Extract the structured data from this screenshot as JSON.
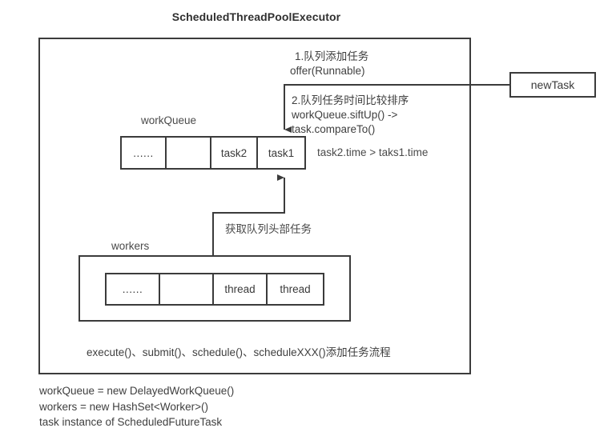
{
  "diagram": {
    "title": "ScheduledThreadPoolExecutor",
    "external_node": {
      "label": "newTask"
    },
    "steps": [
      {
        "id": "step-1",
        "line1": "1.队列添加任务",
        "line2": "offer(Runnable)"
      },
      {
        "id": "step-2",
        "line1": "2.队列任务时间比较排序",
        "line2": "workQueue.siftUp() ->",
        "line3": "task.compareTo()"
      }
    ],
    "work_queue": {
      "label": "workQueue",
      "cells": [
        "......",
        "",
        "task2",
        "task1"
      ],
      "annotation": "task2.time > taks1.time"
    },
    "fetch_arrow_label": "获取队列头部任务",
    "workers": {
      "label": "workers",
      "cells": [
        "......",
        "",
        "thread",
        "thread"
      ]
    },
    "bottom_flow": "execute()、submit()、schedule()、scheduleXXX()添加任务流程",
    "footnotes": [
      "workQueue = new DelayedWorkQueue()",
      "workers = new HashSet<Worker>()",
      "task instance of ScheduledFutureTask"
    ]
  }
}
